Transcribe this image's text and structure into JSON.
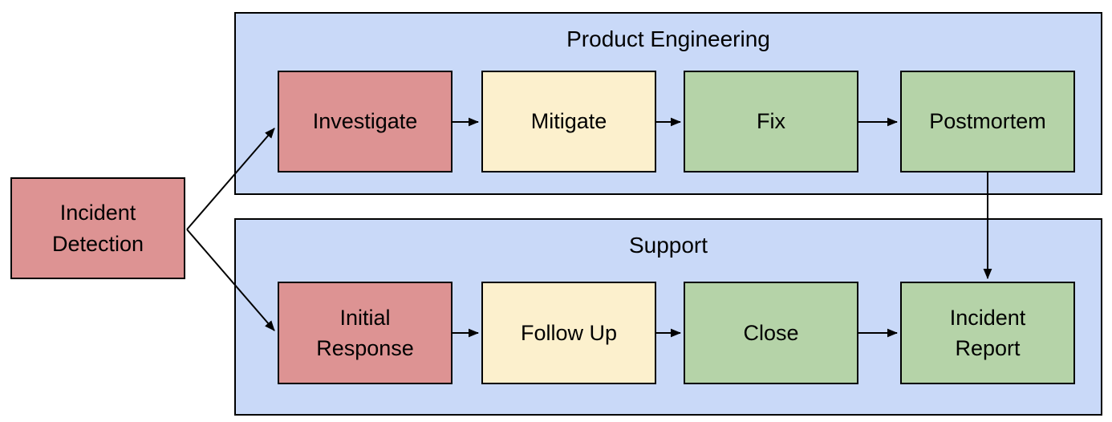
{
  "diagram": {
    "type": "flowchart",
    "start": {
      "label": "Incident Detection",
      "fill": "#DD9393"
    },
    "lanes": [
      {
        "title": "Product Engineering",
        "fill": "#C9D9F8",
        "nodes": [
          {
            "label": "Investigate",
            "fill": "#DD9393"
          },
          {
            "label": "Mitigate",
            "fill": "#FCF0CD"
          },
          {
            "label": "Fix",
            "fill": "#B5D3A8"
          },
          {
            "label": "Postmortem",
            "fill": "#B5D3A8"
          }
        ]
      },
      {
        "title": "Support",
        "fill": "#C9D9F8",
        "nodes": [
          {
            "label": "Initial Response",
            "fill": "#DD9393"
          },
          {
            "label": "Follow Up",
            "fill": "#FCF0CD"
          },
          {
            "label": "Close",
            "fill": "#B5D3A8"
          },
          {
            "label": "Incident Report",
            "fill": "#B5D3A8"
          }
        ]
      }
    ],
    "edges": [
      {
        "from": "Incident Detection",
        "to": "Investigate"
      },
      {
        "from": "Incident Detection",
        "to": "Initial Response"
      },
      {
        "from": "Investigate",
        "to": "Mitigate"
      },
      {
        "from": "Mitigate",
        "to": "Fix"
      },
      {
        "from": "Fix",
        "to": "Postmortem"
      },
      {
        "from": "Initial Response",
        "to": "Follow Up"
      },
      {
        "from": "Follow Up",
        "to": "Close"
      },
      {
        "from": "Close",
        "to": "Incident Report"
      },
      {
        "from": "Postmortem",
        "to": "Incident Report"
      }
    ],
    "colors": {
      "node_red": "#DD9393",
      "node_yellow": "#FCF0CD",
      "node_green": "#B5D3A8",
      "lane_blue": "#C9D9F8",
      "line": "#000000",
      "background": "#FFFFFF"
    }
  }
}
